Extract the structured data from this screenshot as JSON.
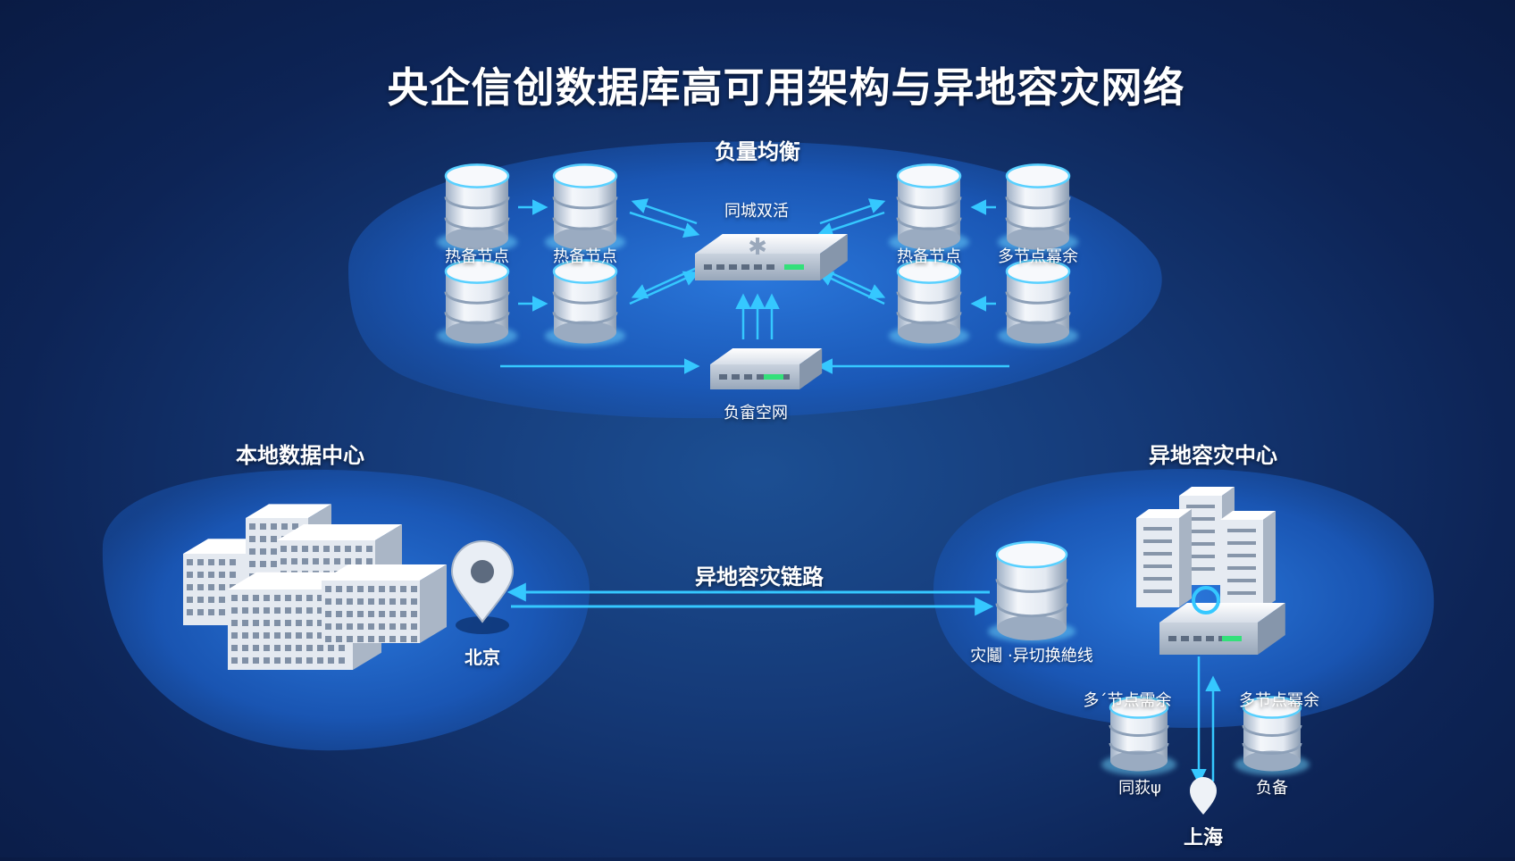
{
  "title": "央企信创数据库高可用架构与异地容灾网络",
  "cluster": {
    "heading": "负量均衡",
    "center_label": "同城双活",
    "gateway_label": "负畲空网",
    "db_labels": [
      "热备节点",
      "热备节点",
      "热备节点",
      "多节点冪余"
    ]
  },
  "local_center": {
    "heading": "本地数据中心",
    "location": "北京",
    "location_icon": "map-pin-icon"
  },
  "link": {
    "label": "异地容灾链路"
  },
  "remote_center": {
    "heading": "异地容灾中心",
    "switch_label": "灾鬮 ·异切换絶线",
    "node_left_top": "多ˊ节点需余",
    "node_right_top": "多节点冪余",
    "node_left_bottom": "同荻ψ",
    "node_right_bottom": "负备",
    "location": "上海"
  },
  "colors": {
    "background": "#0d2456",
    "zone": "#1a63c4",
    "arrow": "#35c8ff",
    "device": "#e6ebf2"
  }
}
